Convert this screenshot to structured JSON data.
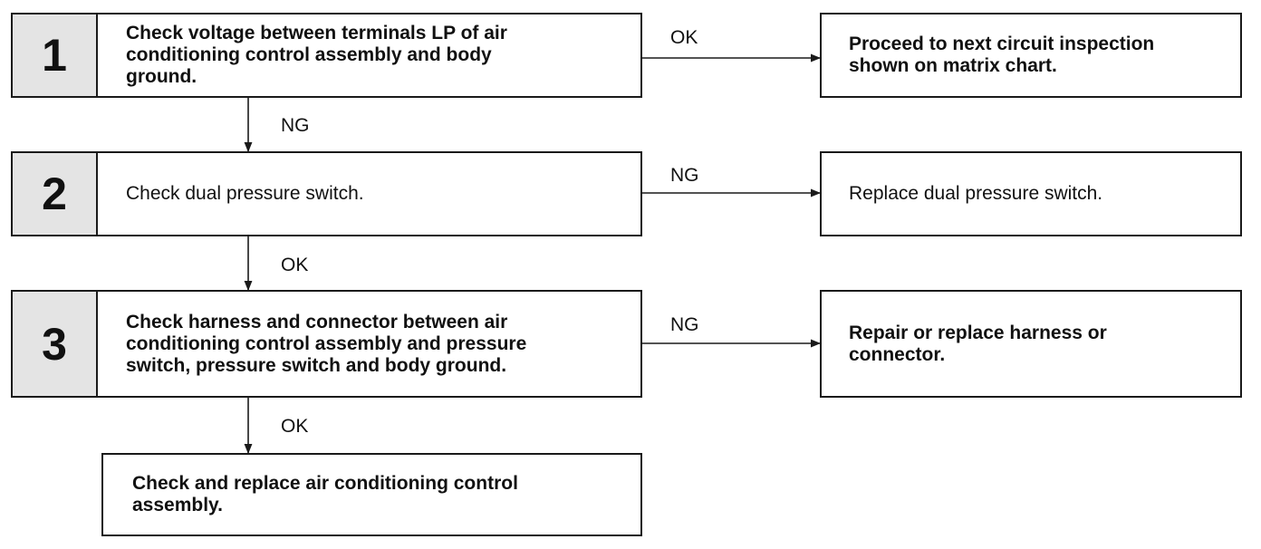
{
  "steps": [
    {
      "number": "1",
      "text": "Check voltage between terminals LP of air\nconditioning control assembly and body\nground.",
      "right_label": "OK",
      "down_label": "NG"
    },
    {
      "number": "2",
      "text": "Check dual pressure switch.",
      "right_label": "NG",
      "down_label": "OK"
    },
    {
      "number": "3",
      "text": "Check harness and connector between air\nconditioning control assembly and pressure\nswitch, pressure switch and body ground.",
      "right_label": "NG",
      "down_label": "OK"
    }
  ],
  "outcomes": [
    {
      "text": "Proceed to next circuit inspection\nshown on matrix chart."
    },
    {
      "text": "Replace dual pressure switch."
    },
    {
      "text": "Repair or replace harness or\nconnector."
    }
  ],
  "final": {
    "text": "Check and replace air conditioning control\nassembly."
  }
}
